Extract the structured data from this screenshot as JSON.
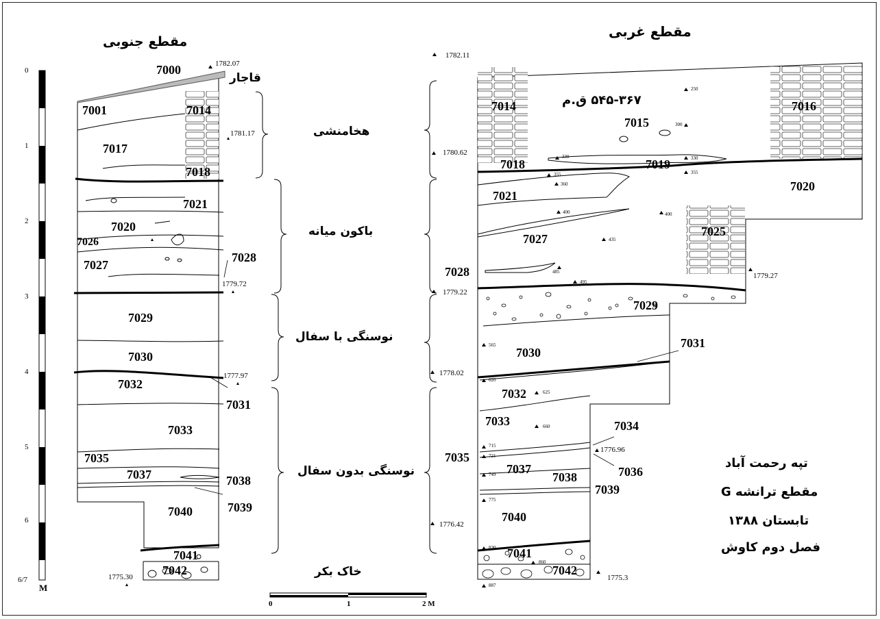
{
  "titles": {
    "south": "مقطع جنوبی",
    "west": "مقطع غربی"
  },
  "periods": [
    "هخامنشی",
    "باکون میانه",
    "نوسنگی با سفال",
    "نوسنگی بدون سفال"
  ],
  "virgin_soil": "خاک بکر",
  "qajar": "قاجار",
  "date_range": "۵۴۵-۳۶۷ ق.م",
  "info_box": [
    "تپه رحمت آباد",
    "مقطع ترانشه G",
    "تابستان ۱۳۸۸",
    "فصل دوم کاوش"
  ],
  "vertical_scale": {
    "ticks": [
      "0",
      "1",
      "2",
      "3",
      "4",
      "5",
      "6",
      "6/7"
    ],
    "unit": "M"
  },
  "horizontal_scale": {
    "ticks": [
      "0",
      "1",
      "2 M"
    ]
  },
  "south": {
    "contexts": [
      "7000",
      "7001",
      "7014",
      "7017",
      "7018",
      "7021",
      "7020",
      "7026",
      "7027",
      "7028",
      "7029",
      "7030",
      "7032",
      "7031",
      "7033",
      "7035",
      "7037",
      "7038",
      "7039",
      "7040",
      "7041",
      "7042"
    ],
    "elevations": [
      "1782.07",
      "1781.17",
      "1779.72",
      "1777.97",
      "1775.30"
    ]
  },
  "west": {
    "contexts": [
      "7014",
      "7016",
      "7015",
      "7018",
      "7019",
      "7020",
      "7021",
      "7025",
      "7027",
      "7028",
      "7029",
      "7030",
      "7031",
      "7032",
      "7033",
      "7034",
      "7035",
      "7036",
      "7037",
      "7038",
      "7039",
      "7040",
      "7041",
      "7042"
    ],
    "elevations": [
      "1782.11",
      "1780.62",
      "1779.27",
      "1779.22",
      "1778.02",
      "1776.96",
      "1776.42",
      "1775.3"
    ],
    "depths": [
      "250",
      "300",
      "330",
      "330",
      "355",
      "355",
      "360",
      "400",
      "400",
      "435",
      "485",
      "495",
      "565",
      "620",
      "625",
      "660",
      "715",
      "721",
      "749",
      "775",
      "830",
      "860",
      "887"
    ]
  }
}
